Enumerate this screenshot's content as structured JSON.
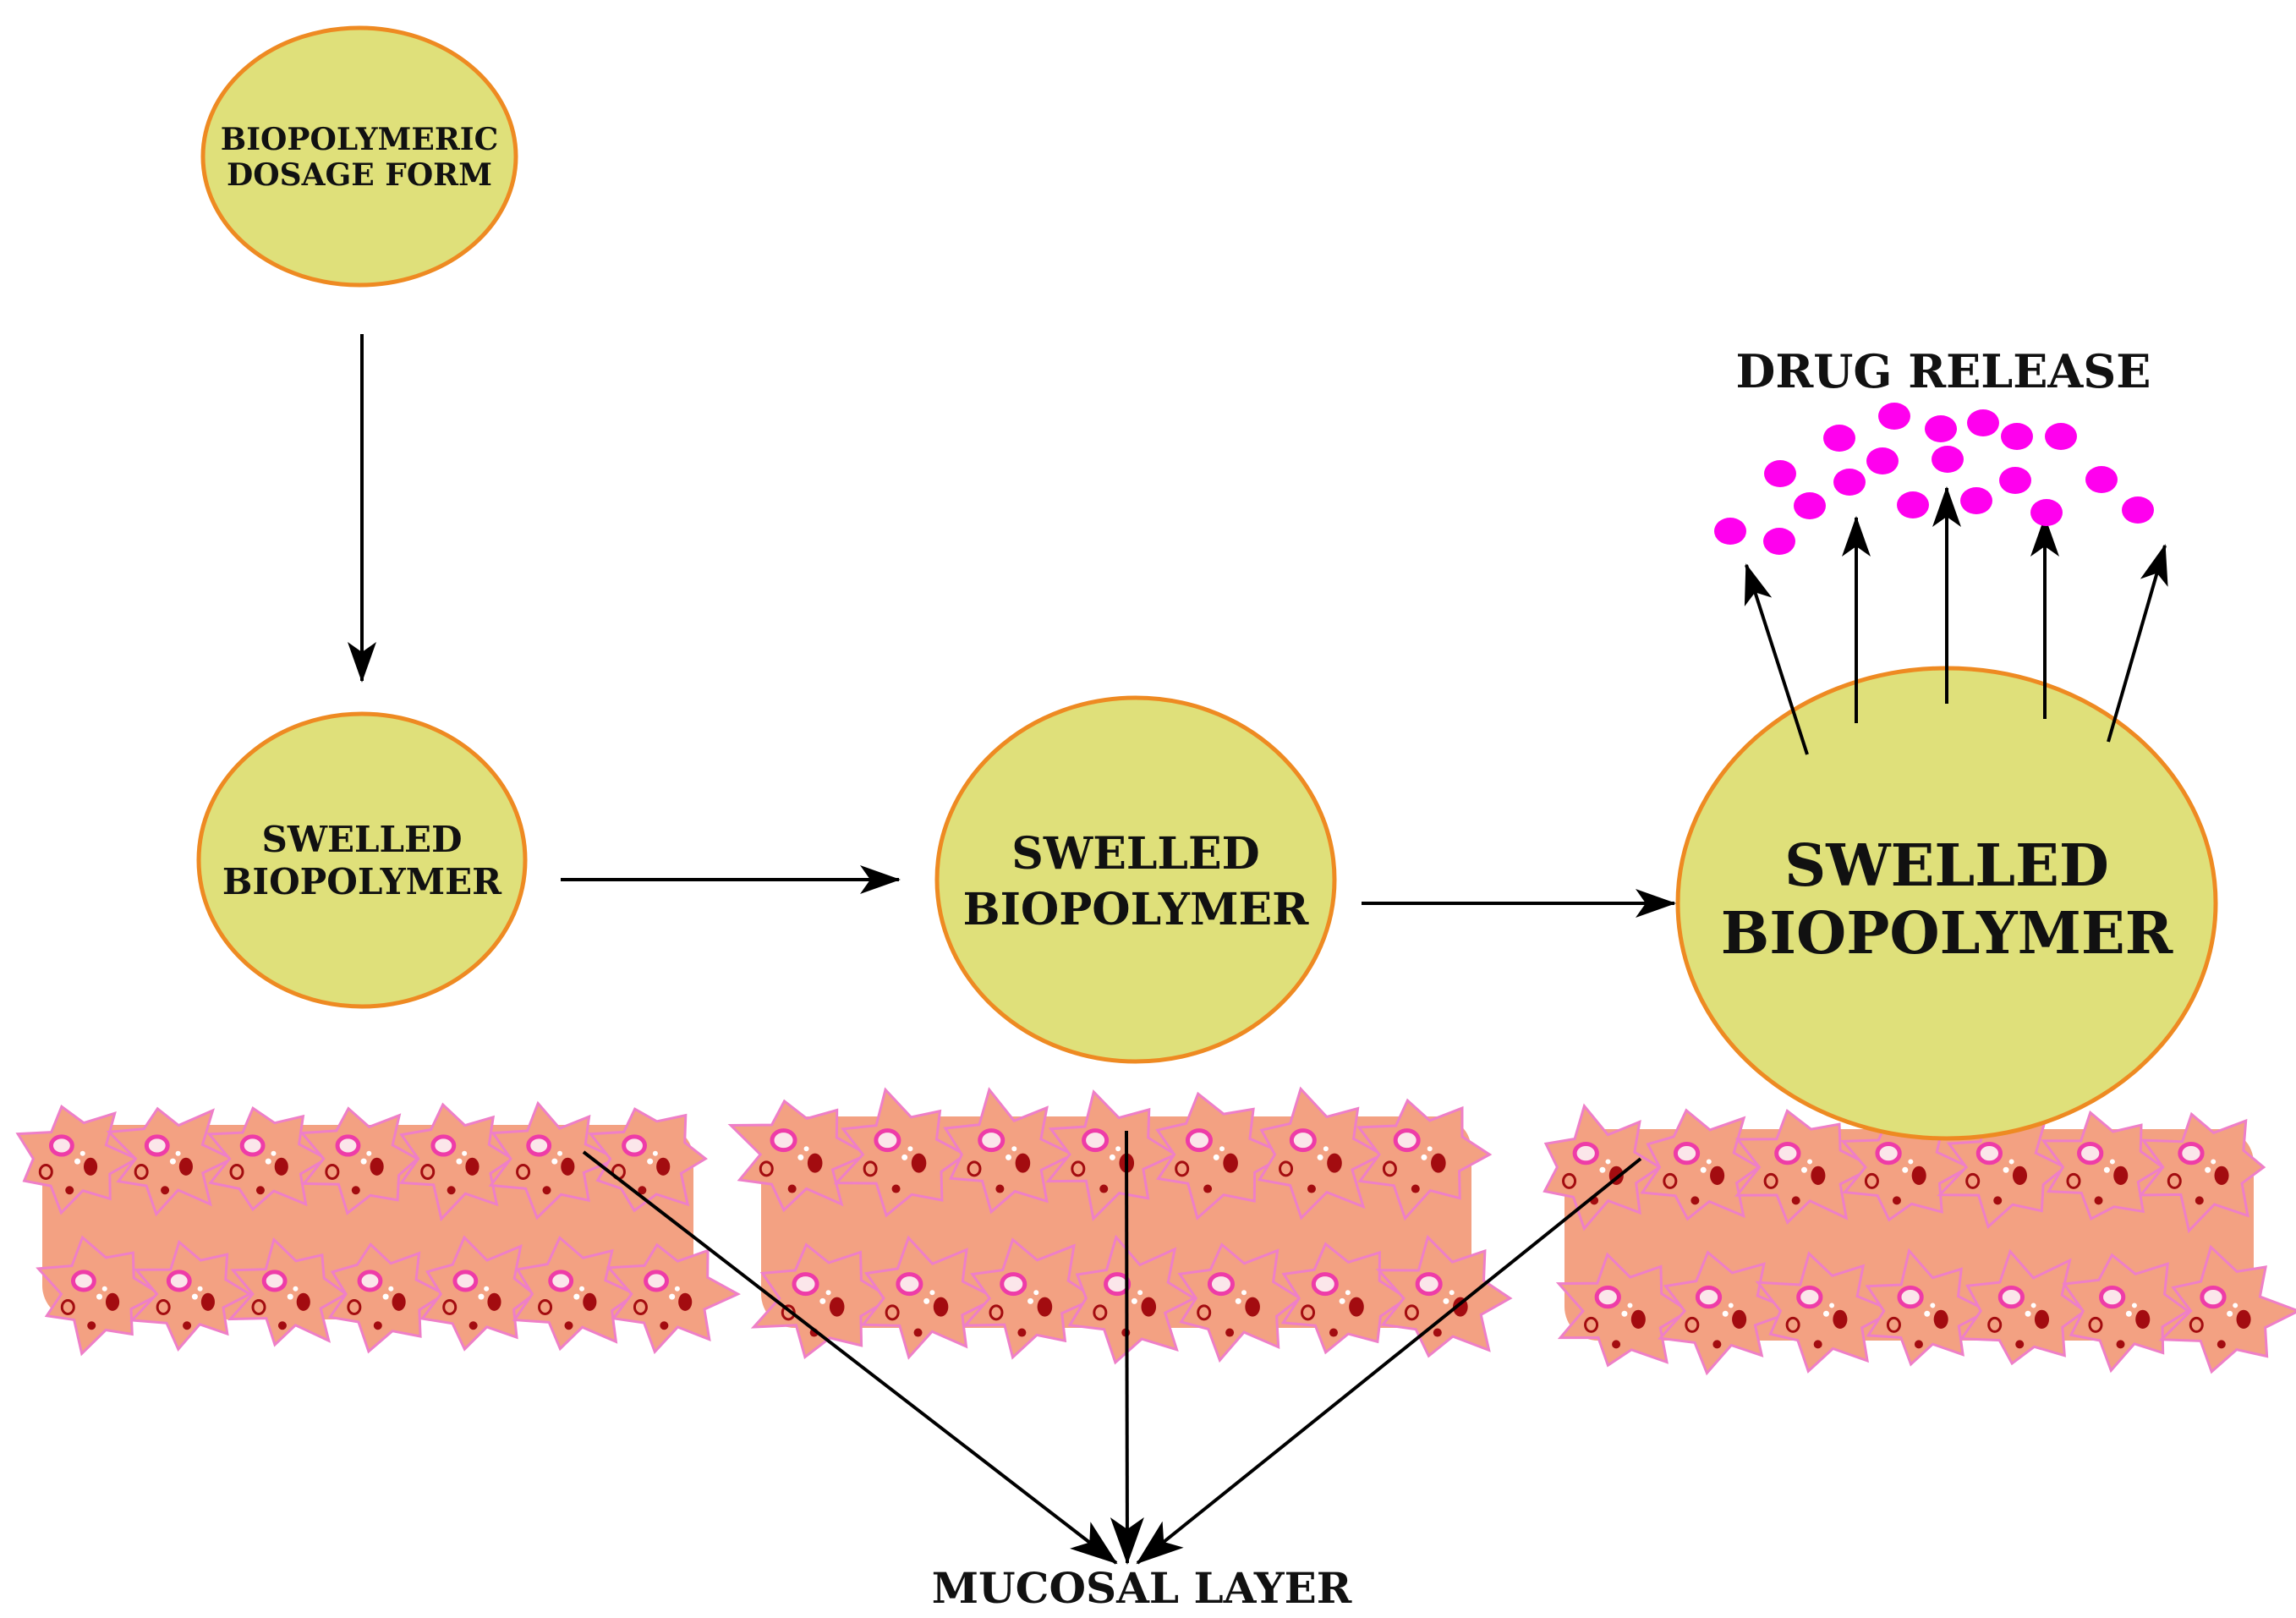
{
  "nodes": {
    "dosage_form": {
      "line1": "BIOPOLYMERIC",
      "line2": "DOSAGE FORM"
    },
    "swelled_small": {
      "line1": "SWELLED",
      "line2": "BIOPOLYMER"
    },
    "swelled_medium": {
      "line1": "SWELLED",
      "line2": "BIOPOLYMER"
    },
    "swelled_large": {
      "line1": "SWELLED",
      "line2": "BIOPOLYMER"
    }
  },
  "labels": {
    "drug_release": "DRUG RELEASE",
    "mucosal_layer": "MUCOSAL LAYER"
  },
  "colors": {
    "polymer_fill": "#dfe07a",
    "polymer_stroke": "#ee8a22",
    "drug_particle": "#ff00ee",
    "tissue_fill": "#f3a182",
    "tissue_outline": "#ee7fc8",
    "nucleus": "#a30c10",
    "vacuole_fill": "#fbe6ea",
    "vacuole_ring": "#ee3ca8",
    "arrow": "#000000"
  }
}
